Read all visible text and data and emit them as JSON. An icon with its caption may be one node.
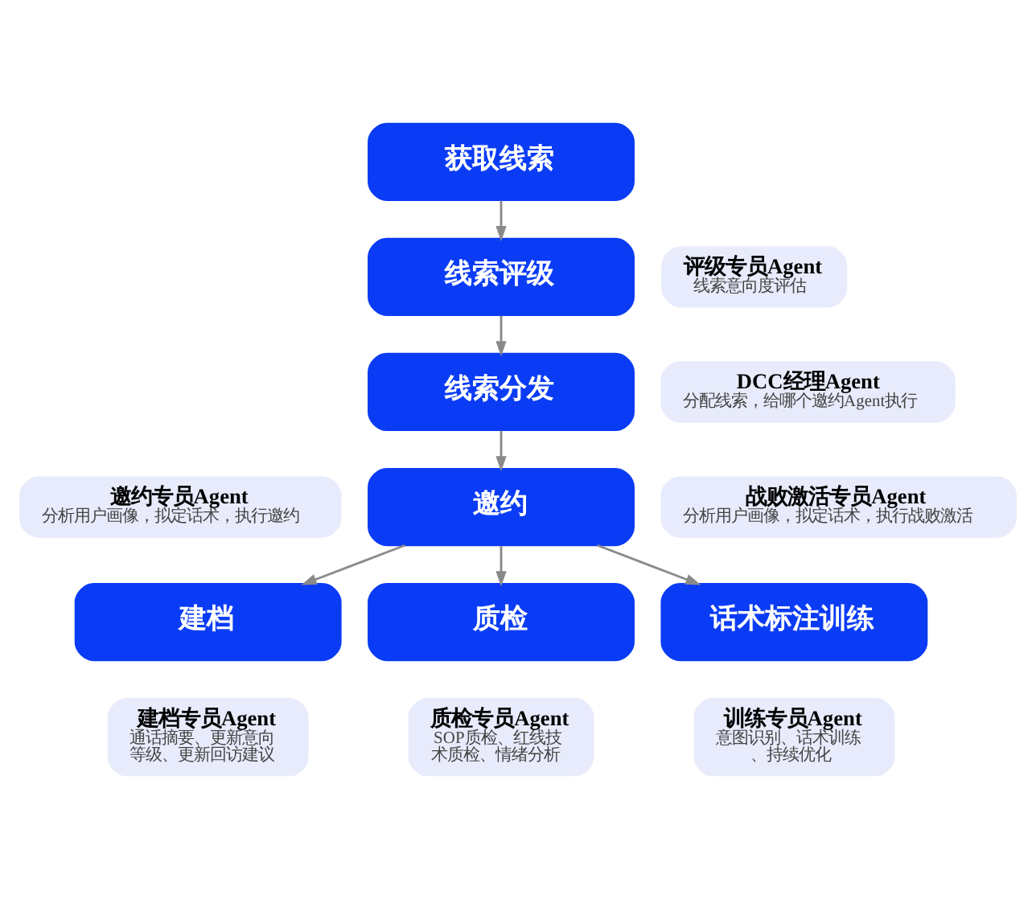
{
  "diagram": {
    "nodes": [
      {
        "text": [
          "获取线索"
        ]
      },
      {
        "text": [
          "线索评级"
        ]
      },
      {
        "text": [
          "评级专员Agent",
          "线索意向度评估"
        ]
      },
      {
        "text": [
          "线索分发"
        ]
      },
      {
        "text": [
          "DCC经理Agent",
          "分配线索，给哪个邀约Agent执行"
        ]
      },
      {
        "text": [
          "邀约专员Agent",
          "分析用户画像，拟定话术，执行邀约"
        ]
      },
      {
        "text": [
          "邀约"
        ]
      },
      {
        "text": [
          "战败激活专员Agent",
          "分析用户画像，拟定话术，执行战败激活"
        ]
      },
      {
        "text": [
          "建档"
        ]
      },
      {
        "text": [
          "建档专员Agent",
          "通话摘要、更新意向等级、更新回访建议"
        ]
      },
      {
        "text": [
          "质检"
        ]
      },
      {
        "text": [
          "质检专员Agent",
          "SOP质检、红线技术质检、情绪分析"
        ]
      },
      {
        "text": [
          "话术标注训练"
        ]
      },
      {
        "text": [
          "训练专员Agent",
          "意图识别、话术训练、持续优化"
        ]
      }
    ],
    "edges": [
      {
        "from": 0,
        "to": 1,
        "arrow": "to"
      },
      {
        "from": 1,
        "to": 3,
        "arrow": "to"
      },
      {
        "from": 3,
        "to": 6,
        "arrow": "to"
      },
      {
        "from": 6,
        "to": 8,
        "arrow": "to"
      },
      {
        "from": 6,
        "to": 10,
        "arrow": "to"
      },
      {
        "from": 6,
        "to": 12,
        "arrow": "to"
      }
    ]
  }
}
